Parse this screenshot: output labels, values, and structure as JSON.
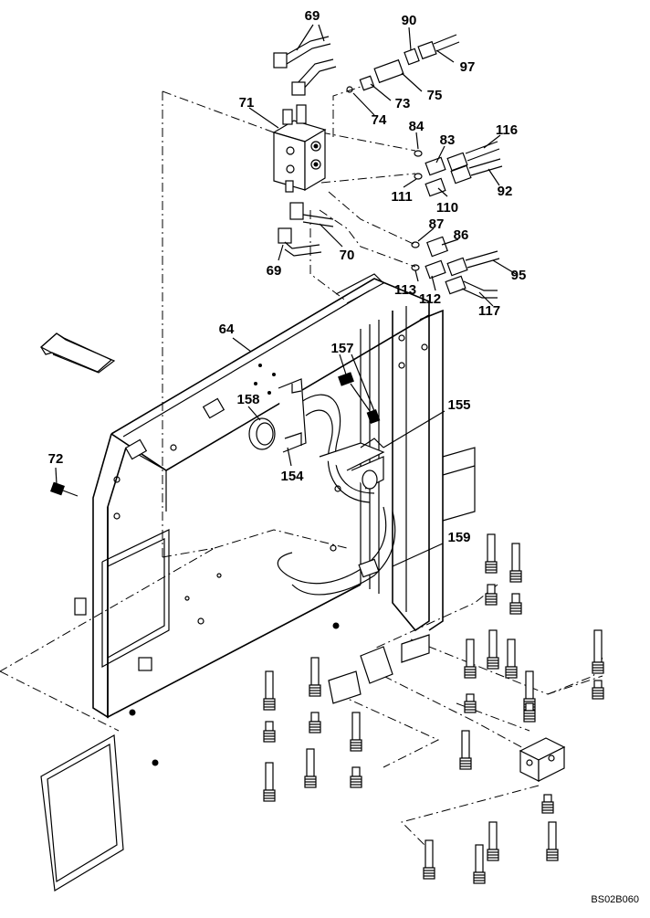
{
  "diagram": {
    "drawing_code": "BS02B060",
    "callouts": [
      "69",
      "90",
      "97",
      "75",
      "71",
      "73",
      "74",
      "84",
      "83",
      "116",
      "111",
      "110",
      "92",
      "87",
      "86",
      "70",
      "113",
      "112",
      "95",
      "117",
      "64",
      "157",
      "158",
      "155",
      "154",
      "72",
      "159"
    ]
  }
}
